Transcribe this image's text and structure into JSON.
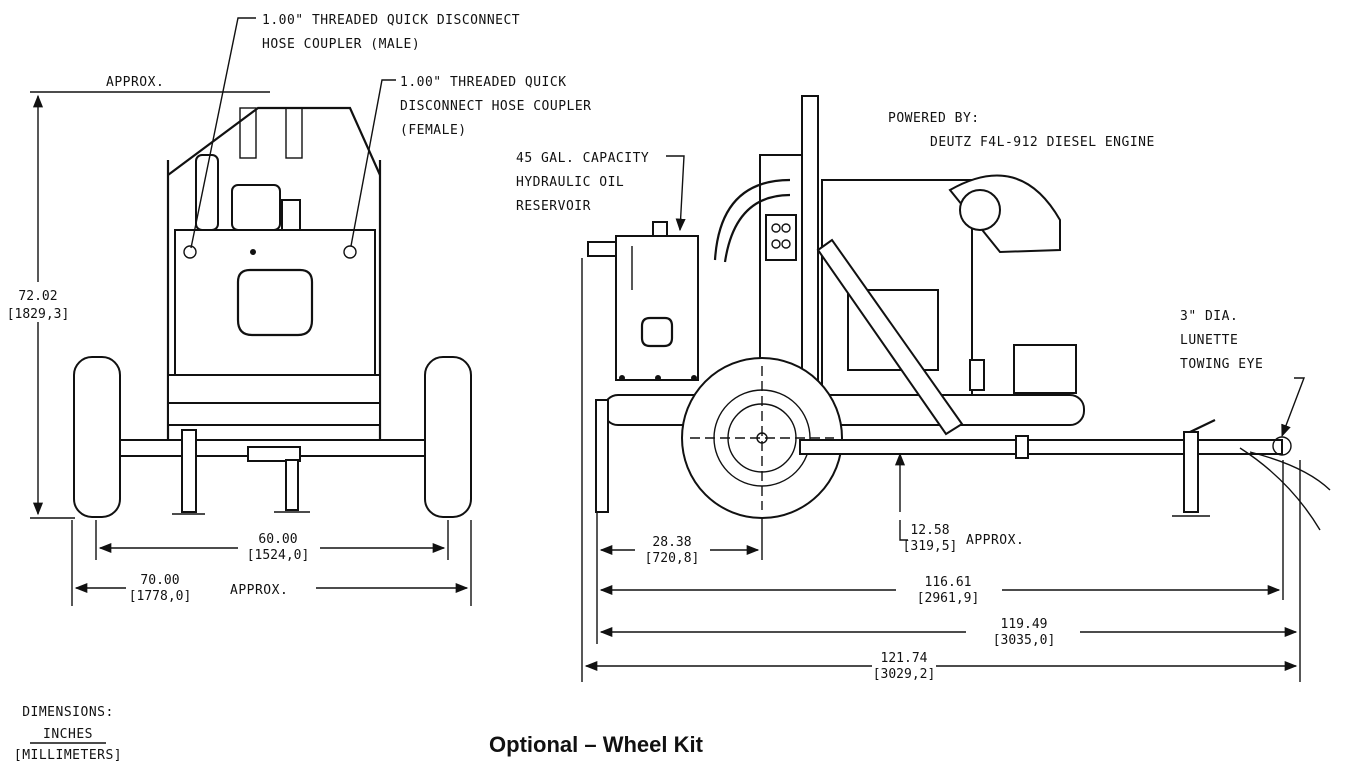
{
  "callouts": {
    "male_coupler_1": "1.00\" THREADED QUICK DISCONNECT",
    "male_coupler_2": "HOSE COUPLER (MALE)",
    "female_coupler_1": "1.00\" THREADED QUICK",
    "female_coupler_2": "DISCONNECT HOSE COUPLER",
    "female_coupler_3": "(FEMALE)",
    "approx_top": "APPROX.",
    "reservoir_1": "45 GAL. CAPACITY",
    "reservoir_2": "HYDRAULIC OIL",
    "reservoir_3": "RESERVOIR",
    "powered_1": "POWERED BY:",
    "powered_2": "DEUTZ F4L-912 DIESEL ENGINE",
    "lunette_1": "3\" DIA.",
    "lunette_2": "LUNETTE",
    "lunette_3": "TOWING EYE"
  },
  "dimensions": {
    "height_in": "72.02",
    "height_mm": "[1829,3]",
    "track_in": "60.00",
    "track_mm": "[1524,0]",
    "width_in": "70.00",
    "width_mm": "[1778,0]",
    "width_approx": "APPROX.",
    "axle_in": "28.38",
    "axle_mm": "[720,8]",
    "clearance_in": "12.58",
    "clearance_mm": "[319,5]",
    "clearance_approx": "APPROX.",
    "len1_in": "116.61",
    "len1_mm": "[2961,9]",
    "len2_in": "119.49",
    "len2_mm": "[3035,0]",
    "len3_in": "121.74",
    "len3_mm": "[3029,2]"
  },
  "legend": {
    "heading": "DIMENSIONS:",
    "unit_top": "INCHES",
    "unit_bottom": "[MILLIMETERS]"
  },
  "caption": "Optional – Wheel Kit"
}
